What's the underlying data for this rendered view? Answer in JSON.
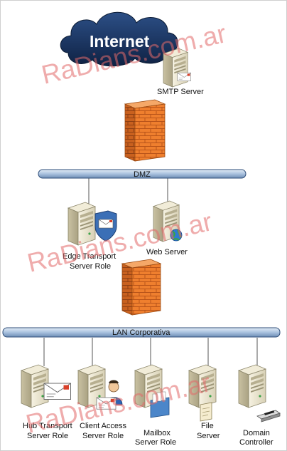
{
  "cloud": {
    "label": "Internet"
  },
  "dmz": {
    "bus_label": "DMZ",
    "smtp_label": "SMTP Server",
    "edge_label_line1": "Edge Transport",
    "edge_label_line2": "Server Role",
    "web_label": "Web Server"
  },
  "lan": {
    "bus_label": "LAN Corporativa",
    "nodes": [
      {
        "line1": "Hub Transport",
        "line2": "Server Role"
      },
      {
        "line1": "Client Access",
        "line2": "Server Role"
      },
      {
        "line1": "Mailbox",
        "line2": "Server Role"
      },
      {
        "line1": "File",
        "line2": "Server"
      },
      {
        "line1": "Domain",
        "line2": "Controller"
      }
    ]
  },
  "watermark": {
    "text": "RaDians.com.ar"
  },
  "colors": {
    "bus_fill": "#9fb8d8",
    "bus_stroke": "#2f4e78",
    "firewall": "#ee7a2a",
    "cloud": "#1a3560",
    "server_body": "#e9e4cf"
  }
}
